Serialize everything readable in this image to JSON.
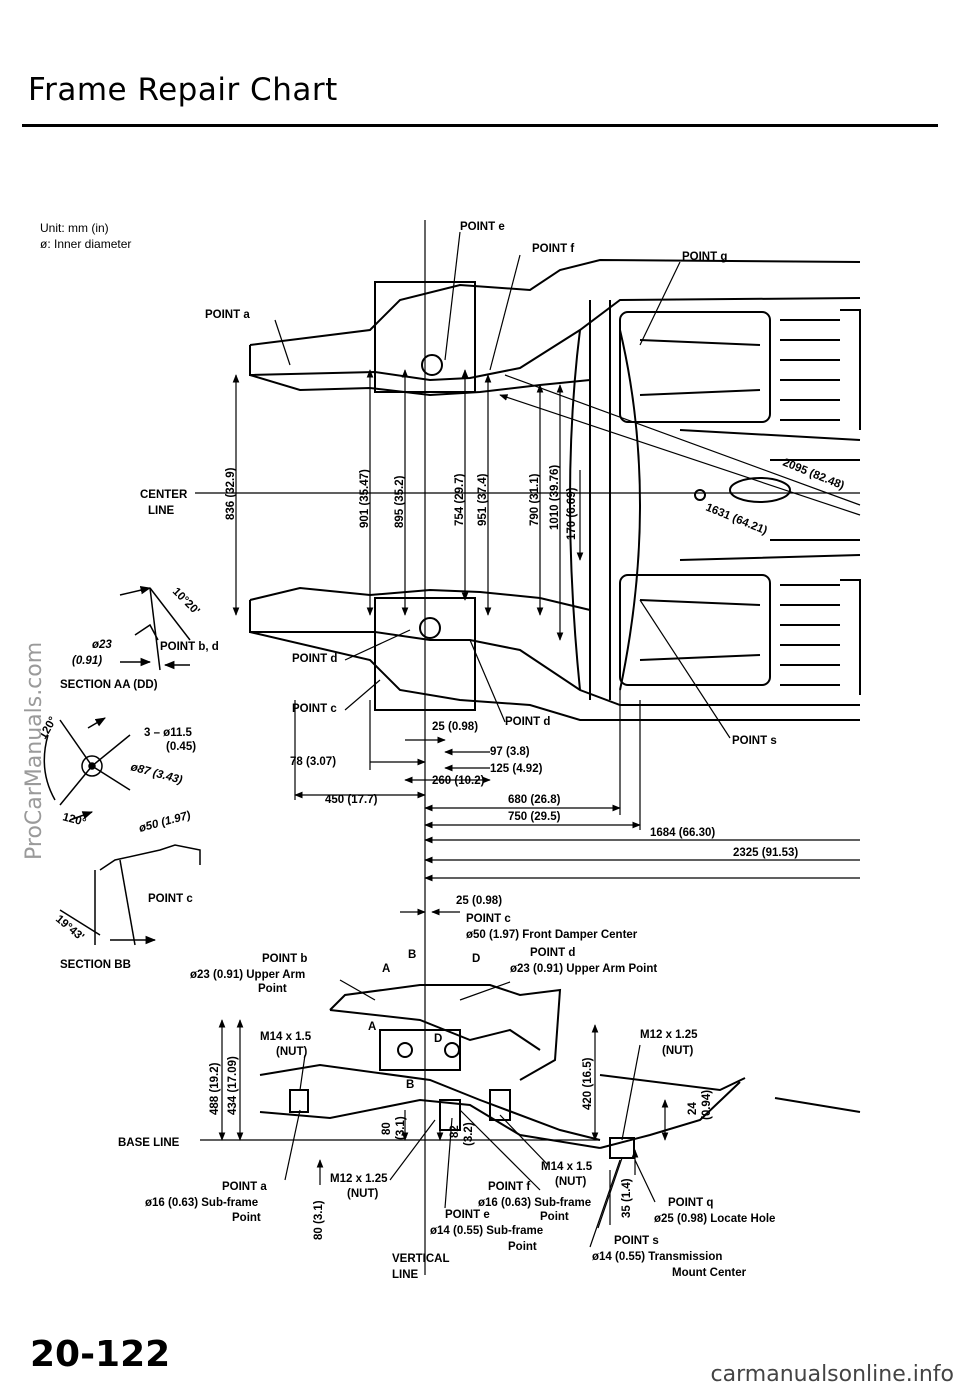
{
  "title": "Frame Repair Chart",
  "page_number": "20-122",
  "watermark_left": "ProCarManuals.com",
  "watermark_bottom": "carmanualsonline.info",
  "legend": {
    "unit": "Unit: mm (in)",
    "phi": "ø: Inner diameter"
  },
  "top_view": {
    "point_a": "POINT a",
    "point_bd": "POINT b, d",
    "point_c": "POINT c",
    "point_d_left": "POINT d",
    "point_d_bottom": "POINT d",
    "point_e": "POINT e",
    "point_f": "POINT f",
    "point_g": "POINT g",
    "point_s": "POINT s",
    "center_line_1": "CENTER",
    "center_line_2": "LINE",
    "vertical_dims": [
      {
        "a": "836 (32.9)"
      },
      {
        "a": "901 (35.47)"
      },
      {
        "a": "895 (35.2)"
      },
      {
        "a": "754 (29.7)"
      },
      {
        "a": "951 (37.4)"
      },
      {
        "a": "790 (31.1)"
      },
      {
        "a": "1010 (39.76)"
      },
      {
        "a": "170 (6.69)"
      }
    ],
    "diag_2095": "2095 (82.48)",
    "diag_1631": "1631 (64.21)",
    "dim_25": "25 (0.98)",
    "dim_97": "97 (3.8)",
    "dim_78": "78 (3.07)",
    "dim_125": "125 (4.92)",
    "dim_260": "260 (10.2)",
    "dim_450": "450 (17.7)",
    "dim_680": "680 (26.8)",
    "dim_750": "750 (29.5)",
    "dim_1684": "1684 (66.30)",
    "dim_2325": "2325 (91.53)"
  },
  "section_aa": {
    "angle": "10°20'",
    "dia": "ø23",
    "dia_in": "(0.91)",
    "label": "SECTION AA (DD)",
    "angle_120a": "120°",
    "holes": "3 – ø11.5",
    "holes_in": "(0.45)",
    "dia87": "ø87 (3.43)",
    "angle_120b": "120°",
    "dia50": "ø50 (1.97)"
  },
  "section_bb": {
    "point_c": "POINT c",
    "angle": "19°43'",
    "label": "SECTION BB"
  },
  "side_view": {
    "dim_25": "25 (0.98)",
    "point_c": "POINT c",
    "point_c_desc": "ø50 (1.97) Front Damper Center",
    "point_b": "POINT b",
    "point_b_desc1": "ø23 (0.91) Upper Arm",
    "point_b_desc2": "Point",
    "point_d": "POINT d",
    "point_d_desc": "ø23 (0.91) Upper Arm Point",
    "sec_a": "A",
    "sec_b": "B",
    "sec_d": "D",
    "m14_nut_l1": "M14 x 1.5",
    "m14_nut_l2": "(NUT)",
    "m12_nut_r1": "M12 x 1.25",
    "m12_nut_r2": "(NUT)",
    "dim_488": "488 (19.2)",
    "dim_434": "434 (17.09)",
    "dim_420": "420 (16.5)",
    "dim_24": "24",
    "dim_24_in": "(0.94)",
    "dim_80a": "80",
    "dim_80a_in": "(3.1)",
    "dim_82": "82",
    "dim_82_in": "(3.2)",
    "base_line": "BASE LINE",
    "point_a": "POINT a",
    "point_a_desc1": "ø16 (0.63) Sub-frame",
    "point_a_desc2": "Point",
    "dim_80b": "80 (3.1)",
    "m12_bot_1": "M12 x 1.25",
    "m12_bot_2": "(NUT)",
    "m14_bot_1": "M14 x 1.5",
    "m14_bot_2": "(NUT)",
    "point_f": "POINT f",
    "point_f_desc1": "ø16 (0.63) Sub-frame",
    "point_f_desc2": "Point",
    "point_e": "POINT e",
    "point_e_desc1": "ø14 (0.55) Sub-frame",
    "point_e_desc2": "Point",
    "dim_35": "35 (1.4)",
    "point_q": "POINT q",
    "point_q_desc": "ø25 (0.98) Locate Hole",
    "point_s": "POINT s",
    "point_s_desc1": "ø14 (0.55) Transmission",
    "point_s_desc2": "Mount Center",
    "vertical_line_1": "VERTICAL",
    "vertical_line_2": "LINE"
  }
}
